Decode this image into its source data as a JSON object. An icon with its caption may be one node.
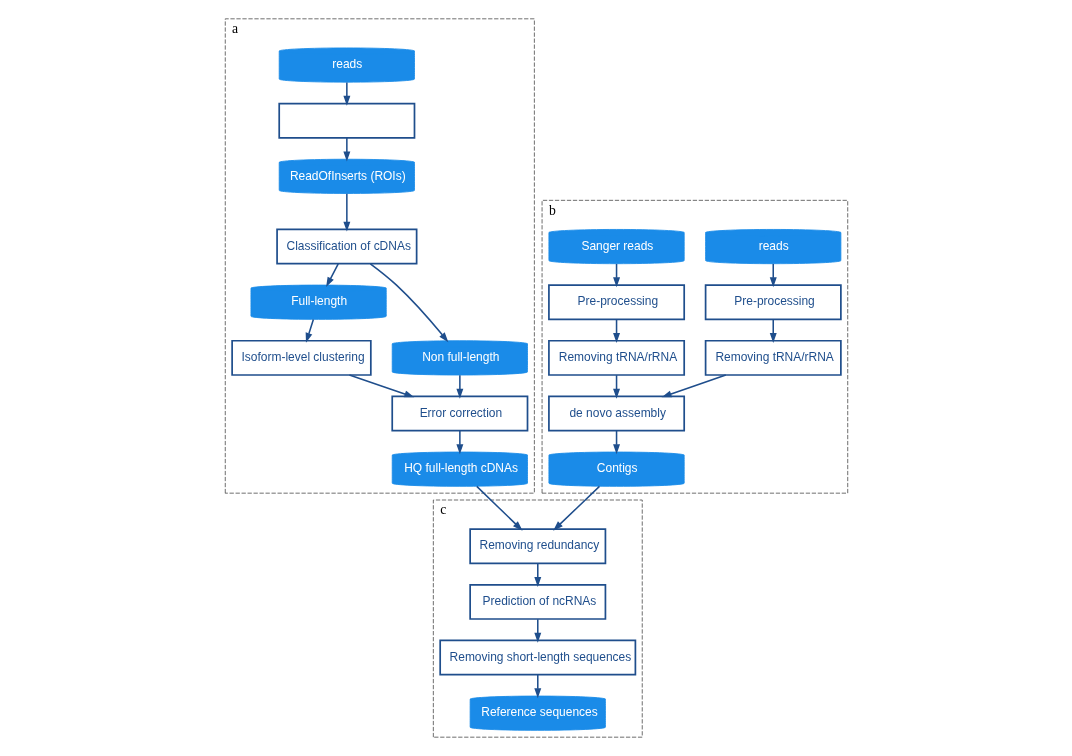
{
  "diagram": {
    "nodes": [
      {
        "text": [
          "a"
        ]
      },
      {
        "text": [
          "reads"
        ],
        "in": 0
      },
      {
        "text": [],
        "shape": "box",
        "in": 0
      },
      {
        "text": [
          "ReadOfInserts (ROIs)"
        ],
        "in": 0
      },
      {
        "text": [
          "Classification of cDNAs"
        ],
        "in": 0
      },
      {
        "text": [
          "Full-length"
        ],
        "in": 0
      },
      {
        "text": [
          "Non full-length"
        ],
        "in": 0
      },
      {
        "text": [
          "Isoform-level clustering"
        ],
        "in": 0
      },
      {
        "text": [
          "Error correction"
        ],
        "in": 0
      },
      {
        "text": [
          "HQ full-length cDNAs"
        ],
        "in": 0
      },
      {
        "text": [
          "b"
        ]
      },
      {
        "text": [
          "reads"
        ],
        "in": 10
      },
      {
        "text": [
          "Sanger reads"
        ],
        "in": 10
      },
      {
        "text": [
          "Pre-processing"
        ],
        "in": 10
      },
      {
        "text": [
          "Pre-processing"
        ],
        "in": 10
      },
      {
        "text": [
          "Removing tRNA/rRNA"
        ],
        "in": 10
      },
      {
        "text": [
          "Removing tRNA/rRNA"
        ],
        "in": 10
      },
      {
        "text": [
          "de novo assembly"
        ],
        "in": 10
      },
      {
        "text": [
          "Contigs"
        ],
        "in": 10
      },
      {
        "text": [
          "c"
        ]
      },
      {
        "text": [
          "Removing redundancy"
        ],
        "in": 19
      },
      {
        "text": [
          "Prediction of ncRNAs"
        ],
        "in": 19
      },
      {
        "text": [
          "Removing short-length sequences"
        ],
        "in": 19
      },
      {
        "text": [
          "Reference sequences"
        ],
        "in": 19
      }
    ],
    "edges": [
      {
        "from": 1,
        "to": 2,
        "arrow": "to"
      },
      {
        "from": 2,
        "to": 3,
        "arrow": "to"
      },
      {
        "from": 3,
        "to": 4,
        "arrow": "to"
      },
      {
        "from": 4,
        "to": 5,
        "arrow": "to"
      },
      {
        "from": 4,
        "to": 6,
        "arrow": "to"
      },
      {
        "from": 5,
        "to": 7,
        "arrow": "to"
      },
      {
        "from": 7,
        "to": 8,
        "arrow": "to"
      },
      {
        "from": 6,
        "to": 8,
        "arrow": "to"
      },
      {
        "from": 8,
        "to": 9,
        "arrow": "to"
      },
      {
        "from": 11,
        "to": 13,
        "arrow": "to"
      },
      {
        "from": 12,
        "to": 14,
        "arrow": "to"
      },
      {
        "from": 13,
        "to": 15,
        "arrow": "to"
      },
      {
        "from": 14,
        "to": 16,
        "arrow": "to"
      },
      {
        "from": 15,
        "to": 17,
        "arrow": "to"
      },
      {
        "from": 16,
        "to": 17,
        "arrow": "to"
      },
      {
        "from": 17,
        "to": 18,
        "arrow": "to"
      },
      {
        "from": 9,
        "to": 20,
        "arrow": "to"
      },
      {
        "from": 18,
        "to": 20,
        "arrow": "to"
      },
      {
        "from": 20,
        "to": 21,
        "arrow": "to"
      },
      {
        "from": 21,
        "to": 22,
        "arrow": "to"
      },
      {
        "from": 22,
        "to": 23,
        "arrow": "to"
      }
    ]
  }
}
